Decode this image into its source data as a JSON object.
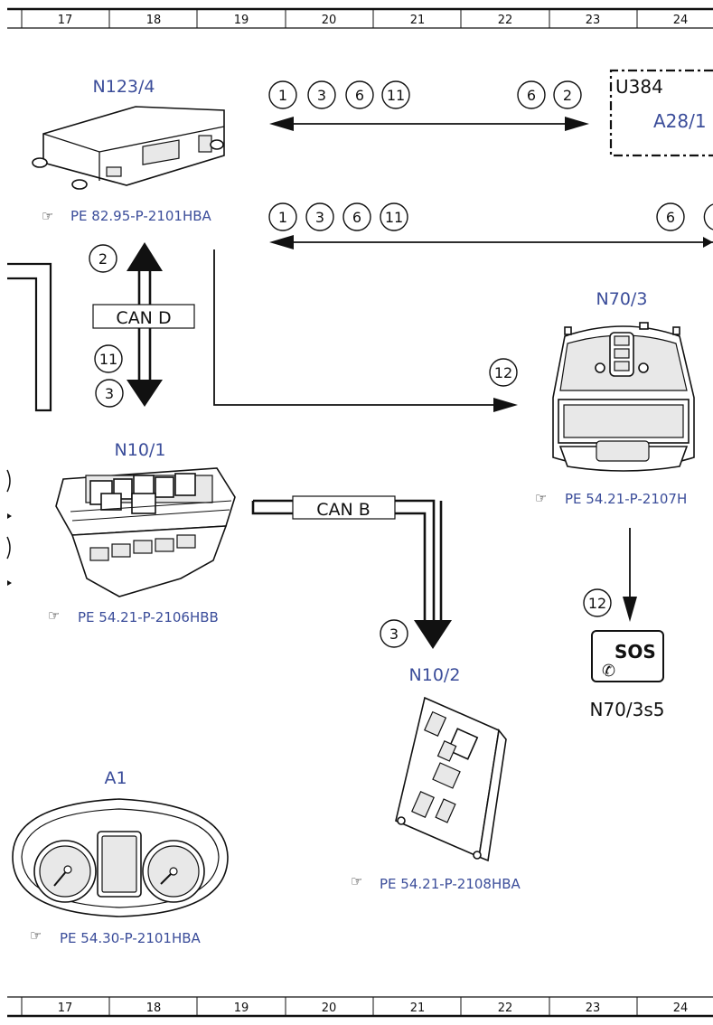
{
  "grid": {
    "columns": [
      "17",
      "18",
      "19",
      "20",
      "21",
      "22",
      "23",
      "24"
    ]
  },
  "components": {
    "n123_4": {
      "label": "N123/4",
      "ref": "PE 82.95-P-2101HBA"
    },
    "u384": {
      "label": "U384",
      "sub": "A28/1"
    },
    "n70_3": {
      "label": "N70/3",
      "ref": "PE 54.21-P-2107H"
    },
    "n10_1": {
      "label": "N10/1",
      "ref": "PE 54.21-P-2106HBB"
    },
    "n10_2": {
      "label": "N10/2",
      "ref": "PE 54.21-P-2108HBA"
    },
    "n70_3s5": {
      "label": "N70/3s5",
      "button": "SOS"
    },
    "a1": {
      "label": "A1",
      "ref": "PE 54.30-P-2101HBA"
    }
  },
  "buses": {
    "can_d": "CAN D",
    "can_b": "CAN B"
  },
  "markers": {
    "top_row_left": [
      "1",
      "3",
      "6",
      "11"
    ],
    "top_row_right": [
      "6",
      "2"
    ],
    "mid_row_left": [
      "1",
      "3",
      "6",
      "11"
    ],
    "mid_row_right": [
      "6"
    ],
    "can_d_up": "2",
    "can_d_down": [
      "11",
      "3"
    ],
    "to_n70": "12",
    "to_sos": "12",
    "to_n10_2": "3"
  },
  "colors": {
    "label_blue": "#3b4d9a",
    "line": "#111111"
  }
}
